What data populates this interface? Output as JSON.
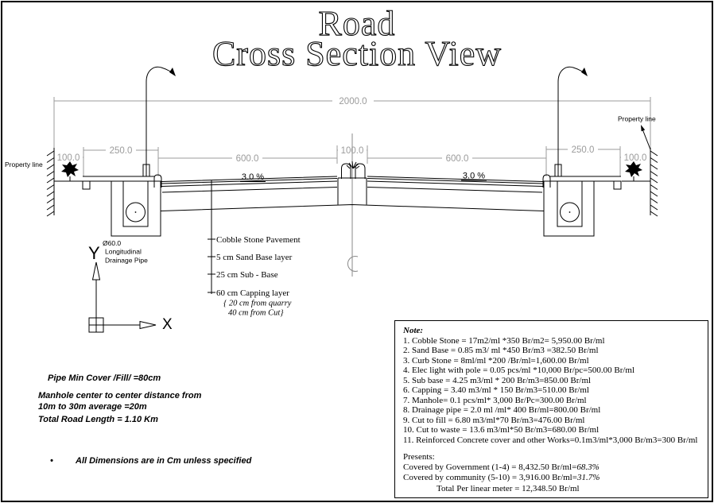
{
  "title": {
    "line1": "Road",
    "line2": "Cross Section View"
  },
  "dimensions": {
    "overall": "2000.0",
    "left_verge": "100.0",
    "left_sidewalk": "250.0",
    "left_carriageway": "600.0",
    "median": "100.0",
    "right_carriageway": "600.0",
    "right_sidewalk": "250.0",
    "right_verge": "100.0"
  },
  "slopes": {
    "left": "3.0 %",
    "right": "3.0 %"
  },
  "labels": {
    "property_line_left": "Property line",
    "property_line_right": "Property line",
    "drainage_dia": "Ø60.0",
    "drainage_line1": "Longitudinal",
    "drainage_line2": "Drainage Pipe",
    "axis_x": "X",
    "axis_y": "Y",
    "layer_cobble": "Cobble Stone Pavement",
    "layer_sand": "5 cm Sand Base layer",
    "layer_subbase": "25 cm Sub - Base",
    "layer_capping": "60 cm Capping layer",
    "layer_capping_note1": "{ 20 cm from quarry",
    "layer_capping_note2": "40 cm from Cut}"
  },
  "general_notes": {
    "pipe_cover": "Pipe Min Cover /Fill/ =80cm",
    "manhole_line1": "Manhole center to center distance from",
    "manhole_line2": "10m to 30m average =20m",
    "road_length": "Total Road Length = 1.10 Km",
    "bullet_marker": "•",
    "bullet": "All Dimensions are in Cm unless specified"
  },
  "note_box": {
    "heading": "Note:",
    "items": [
      "1. Cobble Stone = 17m2/ml *350 Br/m2= 5,950.00 Br/ml",
      "2. Sand Base = 0.85 m3/ ml *450 Br/m3 =382.50 Br/ml",
      "3. Curb Stone = 8ml/ml *200 /Br/ml=1,600.00 Br/ml",
      "4. Elec light with pole = 0.05 pcs/ml *10,000 Br/pc=500.00 Br/ml",
      "5. Sub base = 4.25 m3/ml * 200 Br/m3=850.00 Br/ml",
      "6. Capping = 3.40 m3/ml * 150 Br/m3=510.00 Br/ml",
      "7. Manhole= 0.1 pcs/ml* 3,000 Br/Pc=300.00 Br/ml",
      "8. Drainage pipe = 2.0 ml /ml* 400 Br/ml=800.00 Br/ml",
      "9. Cut to fill = 6.80 m3/ml*70 Br/m3=476.00 Br/ml",
      "10. Cut to waste = 13.6 m3/ml*50 Br/m3=680.00 Br/ml",
      "11. Reinforced Concrete cover and other Works=0.1m3/ml*3,000 Br/m3=300 Br/ml"
    ],
    "presents_heading": "Presents:",
    "covered_gov_text": "Covered by Government (1-4) = 8,432.50  Br/ml=",
    "covered_gov_pct": "68.3%",
    "covered_com_text": "Covered by community (5-10) = 3,916.00  Br/ml=",
    "covered_com_pct": "31.7%",
    "total_line": "Total Per linear meter = 12,348.50 Br/ml"
  },
  "colors": {
    "dimension": "#9b9b9b",
    "line": "#000000"
  }
}
